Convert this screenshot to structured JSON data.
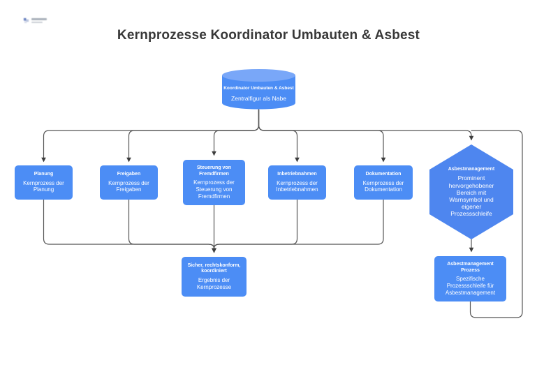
{
  "title": "Kernprozesse Koordinator Umbauten & Asbest",
  "colors": {
    "node_blue": "#4C8DF5",
    "hexagon_blue": "#4E86EF",
    "cylinder_top": "#79A7F8",
    "cylinder_body": "#4C8DF5",
    "connector": "#555555",
    "arrowhead": "#3D3D3D",
    "title_text": "#383838",
    "node_text": "#FFFFFF"
  },
  "nodes": {
    "hub": {
      "shape": "cylinder",
      "label": "Koordinator Umbauten & Asbest",
      "sublabel": "Zentralfigur als Nabe"
    },
    "planung": {
      "shape": "rect",
      "label": "Planung",
      "sublabel": "Kernprozess der Planung"
    },
    "freigaben": {
      "shape": "rect",
      "label": "Freigaben",
      "sublabel": "Kernprozess der Freigaben"
    },
    "steuerung": {
      "shape": "rect",
      "label": "Steuerung von Fremdfirmen",
      "sublabel": "Kernprozess der Steuerung von Fremdfirmen"
    },
    "inbetriebnahmen": {
      "shape": "rect",
      "label": "Inbetriebnahmen",
      "sublabel": "Kernprozess der Inbetriebnahmen"
    },
    "dokumentation": {
      "shape": "rect",
      "label": "Dokumentation",
      "sublabel": "Kernprozess der Dokumentation"
    },
    "asbestmanagement": {
      "shape": "hexagon",
      "label": "Asbestmanagement",
      "sublabel": "Prominent hervorgehobener Bereich mit Warnsymbol und eigener Prozessschleife"
    },
    "ergebnis": {
      "shape": "rect",
      "label": "Sicher, rechtskonform, koordiniert",
      "sublabel": "Ergebnis der Kernprozesse"
    },
    "asbest_prozess": {
      "shape": "rect",
      "label": "Asbestmanagement Prozess",
      "sublabel": "Spezifische Prozessschleife für Asbestmanagement"
    }
  },
  "edges": [
    {
      "from": "hub",
      "to": "planung"
    },
    {
      "from": "hub",
      "to": "freigaben"
    },
    {
      "from": "hub",
      "to": "steuerung"
    },
    {
      "from": "hub",
      "to": "inbetriebnahmen"
    },
    {
      "from": "hub",
      "to": "dokumentation"
    },
    {
      "from": "hub",
      "to": "asbestmanagement"
    },
    {
      "from": "planung",
      "to": "ergebnis"
    },
    {
      "from": "freigaben",
      "to": "ergebnis"
    },
    {
      "from": "steuerung",
      "to": "ergebnis"
    },
    {
      "from": "inbetriebnahmen",
      "to": "ergebnis"
    },
    {
      "from": "dokumentation",
      "to": "ergebnis"
    },
    {
      "from": "asbestmanagement",
      "to": "asbest_prozess"
    },
    {
      "from": "asbest_prozess",
      "to": "asbestmanagement",
      "note": "Prozessschleife loop"
    }
  ]
}
